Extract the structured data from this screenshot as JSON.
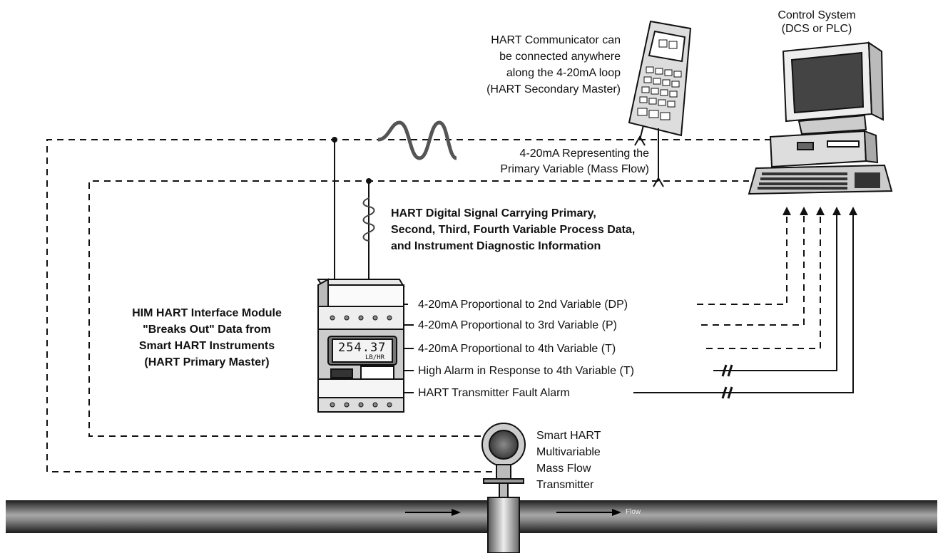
{
  "labels": {
    "control_system": [
      "Control System",
      "(DCS or PLC)"
    ],
    "communicator": [
      "HART Communicator can",
      "be connected anywhere",
      "along the 4-20mA loop",
      "(HART Secondary Master)"
    ],
    "loop_signal": [
      "4-20mA Representing the",
      "Primary Variable (Mass Flow)"
    ],
    "digital_signal": [
      "HART Digital Signal Carrying Primary,",
      "Second, Third, Fourth Variable Process Data,",
      "and Instrument Diagnostic Information"
    ],
    "him_module": [
      "HIM HART Interface Module",
      "\"Breaks Out\" Data from",
      "Smart HART Instruments",
      "(HART Primary Master)"
    ],
    "outputs": [
      "4-20mA Proportional to 2nd Variable (DP)",
      "4-20mA Proportional to 3rd Variable (P)",
      "4-20mA Proportional to 4th Variable (T)",
      "High Alarm in Response to 4th Variable (T)",
      "HART Transmitter Fault Alarm"
    ],
    "transmitter": [
      "Smart HART",
      "Multivariable",
      "Mass Flow",
      "Transmitter"
    ],
    "display_value": "254.37",
    "display_unit": "LB/HR",
    "flow": "Flow"
  },
  "colors": {
    "line": "#111111",
    "pipe_dark": "#2a2a2a",
    "pipe_light": "#9a9a9a",
    "device_gray": "#d8d8d8"
  },
  "icons": {
    "computer": "computer-icon",
    "handheld": "handheld-communicator-icon",
    "module": "interface-module-icon",
    "transmitter": "transmitter-icon"
  }
}
